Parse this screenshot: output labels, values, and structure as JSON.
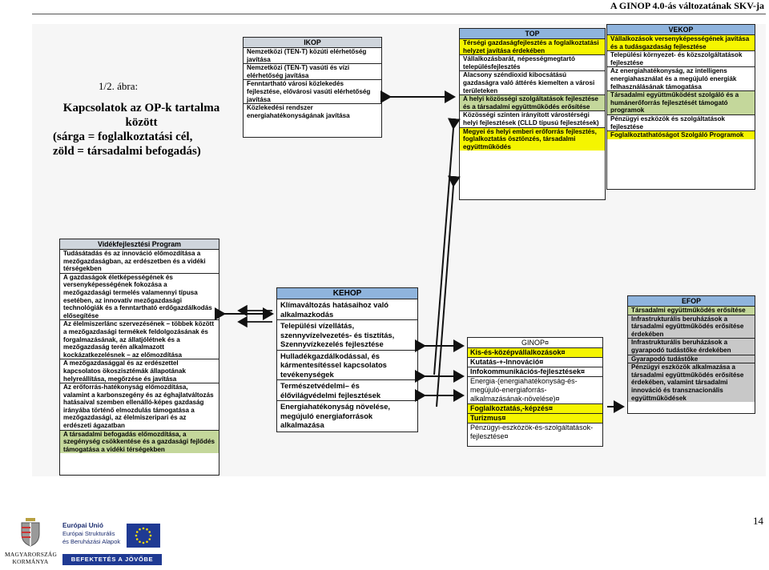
{
  "header": {
    "running_title": "A GINOP 4.0-ás változatának SKV-ja"
  },
  "figure": {
    "caption": "1/2. ábra:",
    "title_lines": [
      "Kapcsolatok az OP-k tartalma",
      "között",
      "(sárga = foglalkoztatási cél,",
      "zöld = társadalmi befogadás)"
    ]
  },
  "ikop": {
    "title": "IKOP",
    "items": [
      {
        "text": "Nemzetközi (TEN-T) közúti elérhetőség javítása",
        "color": "w"
      },
      {
        "text": "Nemzetközi (TEN-T) vasúti és vízi elérhetőség javítása",
        "color": "w"
      },
      {
        "text": "Fenntartható városi közlekedés fejlesztése, elővárosi vasúti elérhetőség javítása",
        "color": "w"
      },
      {
        "text": "Közlekedési rendszer energiahatékonyságának javítása",
        "color": "w"
      }
    ]
  },
  "top": {
    "title": "TOP",
    "items": [
      {
        "text": "Térségi gazdaságfejlesztés a foglalkoztatási helyzet javítása érdekében",
        "color": "y"
      },
      {
        "text": "Vállalkozásbarát, népességmegtartó településfejlesztés",
        "color": "w"
      },
      {
        "text": "Alacsony széndioxid kibocsátású gazdaságra való áttérés kiemelten a városi területeken",
        "color": "w"
      },
      {
        "text": "A helyi közösségi szolgáltatások fejlesztése és a társadalmi együttműködés erősítése",
        "color": "g"
      },
      {
        "text": "Közösségi szinten irányított várostérségi helyi fejlesztések (CLLD típusú fejlesztések)",
        "color": "w"
      },
      {
        "text": "Megyei és helyi emberi erőforrás fejlesztés, foglalkoztatás ösztönzés, társadalmi együttműködés",
        "color": "y"
      }
    ]
  },
  "vekop": {
    "title": "VEKOP",
    "items": [
      {
        "text": "Vállalkozások versenyképességének javítása és a tudásgazdaság fejlesztése",
        "color": "y"
      },
      {
        "text": "Települési környezet- és közszolgáltatások fejlesztése",
        "color": "w"
      },
      {
        "text": "Az energiahatékonyság, az intelligens energiahasználat és a megújuló energiák felhasználásának támogatása",
        "color": "w"
      },
      {
        "text": "Társadalmi együttműködést szolgáló és a humánerőforrás fejlesztését támogató programok",
        "color": "g"
      },
      {
        "text": "Pénzügyi eszközök és szolgáltatások fejlesztése",
        "color": "w"
      },
      {
        "text": "Foglalkoztathatóságot Szolgáló Programok",
        "color": "y"
      }
    ]
  },
  "vp": {
    "title": "Vidékfejlesztési Program",
    "items": [
      {
        "text": "Tudásátadás és az innováció előmozdítása a mezőgazdaságban, az erdészetben és a vidéki térségekben",
        "color": "w"
      },
      {
        "text": "A gazdaságok életképességének és versenyképességének fokozása a mezőgazdasági termelés valamennyi típusa esetében, az innovatív mezőgazdasági technológiák és a fenntartható erdőgazdálkodás elősegítése",
        "color": "w"
      },
      {
        "text": "Az élelmiszerlánc szervezésének – többek között a mezőgazdasági termékek feldolgozásának és forgalmazásának, az állatjólétnek és a mezőgazdaság terén alkalmazott kockázatkezelésnek – az előmozdítása",
        "color": "w"
      },
      {
        "text": "A mezőgazdasággal és az erdészettel kapcsolatos ökoszisztémák állapotának helyreállítása, megőrzése és javítása",
        "color": "w"
      },
      {
        "text": "Az erőforrás-hatékonyság előmozdítása, valamint a karbonszegény és az éghajlatváltozás hatásaival szemben ellenálló-képes gazdaság irányába történő elmozdulás támogatása a mezőgazdasági, az élelmiszeripari és az erdészeti ágazatban",
        "color": "w"
      },
      {
        "text": "A társadalmi befogadás előmozdítása, a szegénység csökkentése és a gazdasági fejlődés támogatása a vidéki térségekben",
        "color": "g"
      }
    ]
  },
  "kehop": {
    "title": "KEHOP",
    "items": [
      {
        "text": "Klímaváltozás hatásaihoz való alkalmazkodás",
        "color": "w"
      },
      {
        "text": "Települési vízellátás, szennyvízelvezetés- és tisztítás, Szennyvízkezelés fejlesztése",
        "color": "w"
      },
      {
        "text": "Hulladékgazdálkodással, és kármentesítéssel kapcsolatos tevékenységek",
        "color": "w"
      },
      {
        "text": "Természetvédelmi– és élővilágvédelmi fejlesztések",
        "color": "w"
      },
      {
        "text": "Energiahatékonyság növelése, megújuló energiaforrások alkalmazása",
        "color": "w"
      }
    ]
  },
  "ginop": {
    "title": "GINOP¤",
    "items": [
      {
        "text": "Kis-és-középvállalkozások¤",
        "color": "y",
        "bold": true
      },
      {
        "text": "Kutatás-+-Innováció¤",
        "color": "w",
        "bold": true
      },
      {
        "text": "Infokommunikációs-fejlesztések¤",
        "color": "w",
        "bold": true
      },
      {
        "text": "Energia·(energiahatékonyság-és-megújuló-energiaforrás-alkalmazásának-növelése)¤",
        "color": "w",
        "bold": false
      },
      {
        "text": "Foglalkoztatás,-képzés¤",
        "color": "y",
        "bold": true
      },
      {
        "text": "Turizmus¤",
        "color": "y",
        "bold": true
      },
      {
        "text": "Pénzügyi-eszközök-és-szolgáltatások-fejlesztése¤",
        "color": "w",
        "bold": false
      }
    ]
  },
  "efop": {
    "title": "EFOP",
    "items": [
      {
        "text": "Társadalmi együttműködés erősítése",
        "color": "g"
      },
      {
        "text": "Infrastrukturális beruházások a társadalmi együttműködés erősítése érdekében",
        "color": "gray"
      },
      {
        "text": "Infrastrukturális beruházások a gyarapodó tudástőke érdekében",
        "color": "gray"
      },
      {
        "text": "Gyarapodó tudástőke",
        "color": "gray"
      },
      {
        "text": "Pénzügyi eszközök alkalmazása a társadalmi együttműködés erősítése érdekében, valamint társadalmi innováció és transznacionális együttműködések",
        "color": "gray"
      }
    ]
  },
  "footer": {
    "page_number": "14",
    "gov_line1": "MAGYARORSZÁG",
    "gov_line2": "KORMÁNYA",
    "eu_line1": "Európai Unió",
    "eu_line2": "Európai Strukturális",
    "eu_line3": "és Beruházási Alapok",
    "invest_banner": "BEFEKTETÉS A JÖVŐBE"
  },
  "colors": {
    "yellow": "#f5f500",
    "green": "#c4d79b",
    "gray": "#c8c8c8",
    "header_blue": "#8fb4dd",
    "eu_blue": "#1f3a93"
  }
}
